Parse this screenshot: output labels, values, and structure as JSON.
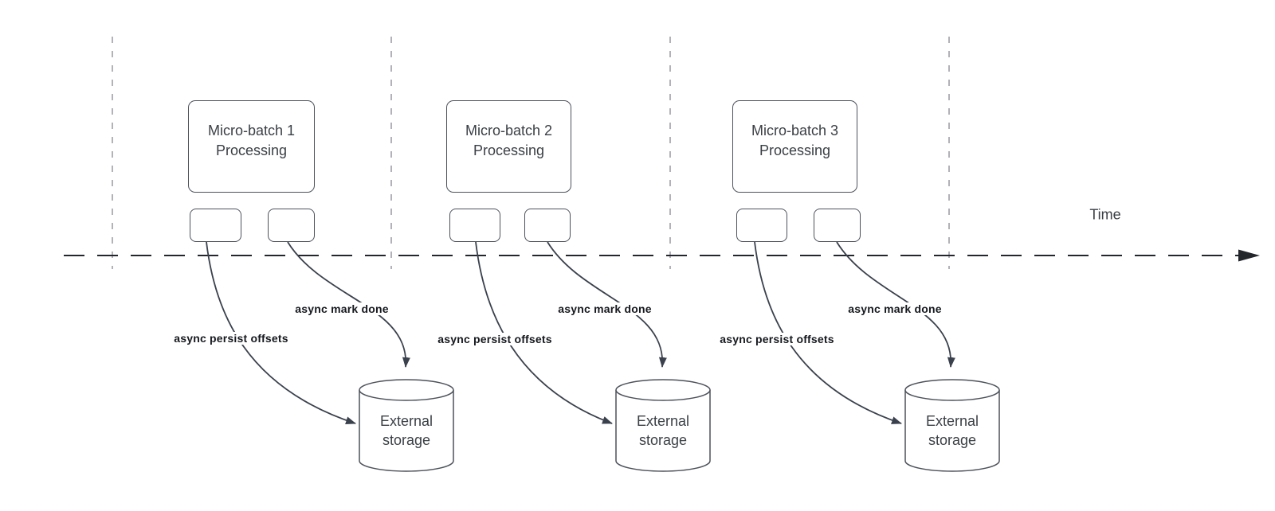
{
  "time_label": "Time",
  "batches": [
    {
      "title": "Micro-batch 1\nProcessing",
      "persist_label": "async persist offsets",
      "done_label": "async mark done",
      "storage_label": "External\nstorage"
    },
    {
      "title": "Micro-batch 2\nProcessing",
      "persist_label": "async persist offsets",
      "done_label": "async mark done",
      "storage_label": "External\nstorage"
    },
    {
      "title": "Micro-batch 3\nProcessing",
      "persist_label": "async persist offsets",
      "done_label": "async mark done",
      "storage_label": "External\nstorage"
    }
  ],
  "colors": {
    "arrow_stroke": "#3a414d",
    "shape_border": "#4c525b",
    "grid_dash": "#a9aab0",
    "timeline": "#23262b",
    "shape_text": "#3b4045",
    "label_text": "#15181d",
    "background": "#ffffff"
  }
}
